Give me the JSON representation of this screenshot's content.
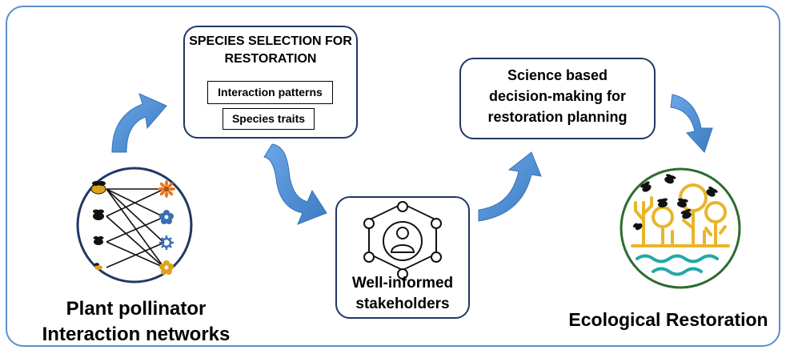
{
  "species_selection": {
    "title_line1": "SPECIES SELECTION FOR",
    "title_line2": "RESTORATION",
    "item1": "Interaction patterns",
    "item2": "Species traits"
  },
  "science_box": {
    "line1": "Science based",
    "line2": "decision-making for",
    "line3": "restoration planning"
  },
  "stakeholders_box": {
    "line1": "Well-informed",
    "line2": "stakeholders"
  },
  "network_caption": {
    "line1": "Plant pollinator",
    "line2": "Interaction networks"
  },
  "restoration_caption": "Ecological Restoration",
  "colors": {
    "frame": "#5b8fc9",
    "box_border": "#1f3864",
    "arrow": "#4f8fd6",
    "circle_border": "#1f3864",
    "restoration_ring": "#2e6b2e",
    "tree": "#e8b52a",
    "water": "#22a8a8",
    "flower_orange": "#e8741c",
    "flower_blue": "#3a6db5",
    "flower_yellow": "#e0a21a"
  }
}
